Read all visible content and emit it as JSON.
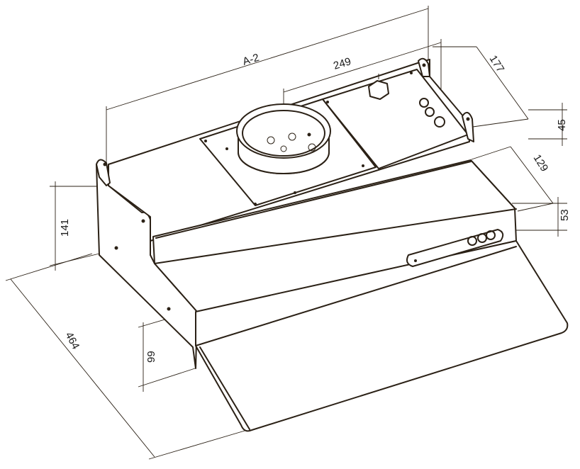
{
  "dimensions": {
    "overall_width": "A-2",
    "duct_offset": "249",
    "depth_back": "177",
    "back_height": "45",
    "visor_depth": "129",
    "visor_height": "53",
    "side_height": "141",
    "front_height": "99",
    "overall_depth": "464"
  },
  "colors": {
    "line": "#2b2116",
    "background": "#ffffff"
  }
}
